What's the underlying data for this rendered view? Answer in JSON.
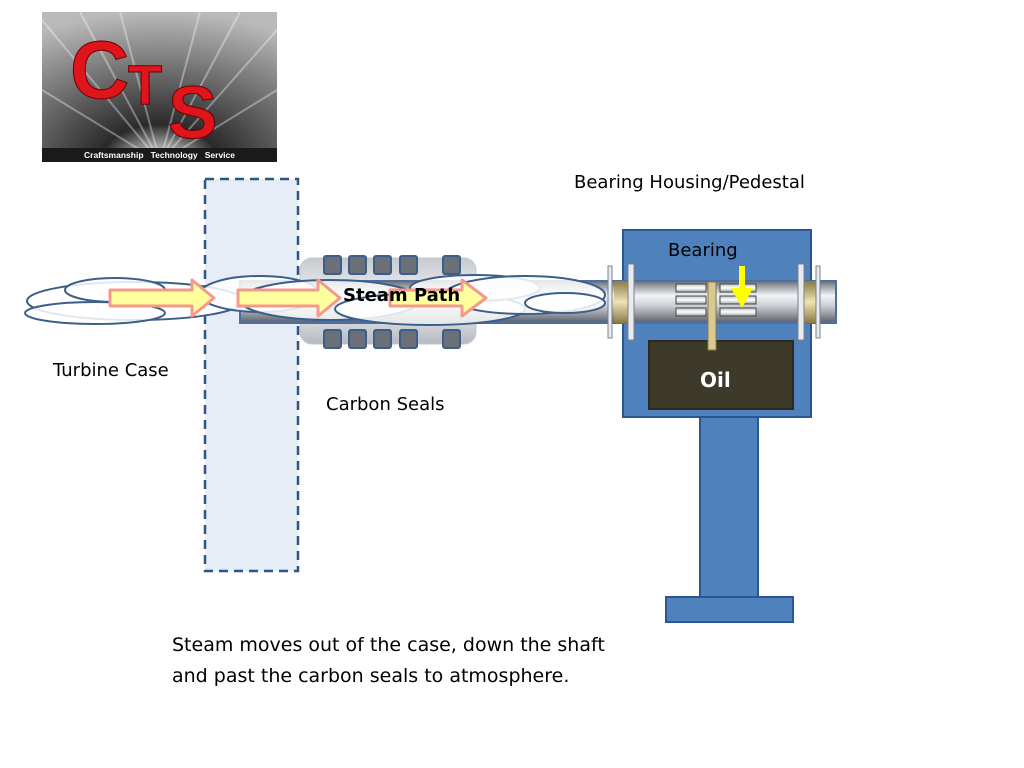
{
  "logo": {
    "mark": "CTS",
    "tagline": "Craftsmanship   Technology   Service",
    "colors": {
      "letters": "#e0141b",
      "background": "#7a7a7a"
    }
  },
  "labels": {
    "bearing_housing": "Bearing Housing/Pedestal",
    "bearing": "Bearing",
    "steam_path": "Steam Path",
    "oil": "Oil",
    "turbine_case": "Turbine Case",
    "carbon_seals": "Carbon Seals"
  },
  "caption": {
    "line1": "Steam moves out of the case, down the shaft",
    "line2": "and past the carbon seals to atmosphere."
  },
  "colors": {
    "housing_fill": "#4f81bd",
    "housing_stroke": "#2c5693",
    "oil_fill": "#3e3a2a",
    "case_fill": "#e6edf6",
    "case_stroke": "#2f5680",
    "arrow_fill": "#ffff9e",
    "arrow_stroke": "#f49a8c",
    "bearing_arrow": "#ffff00"
  }
}
